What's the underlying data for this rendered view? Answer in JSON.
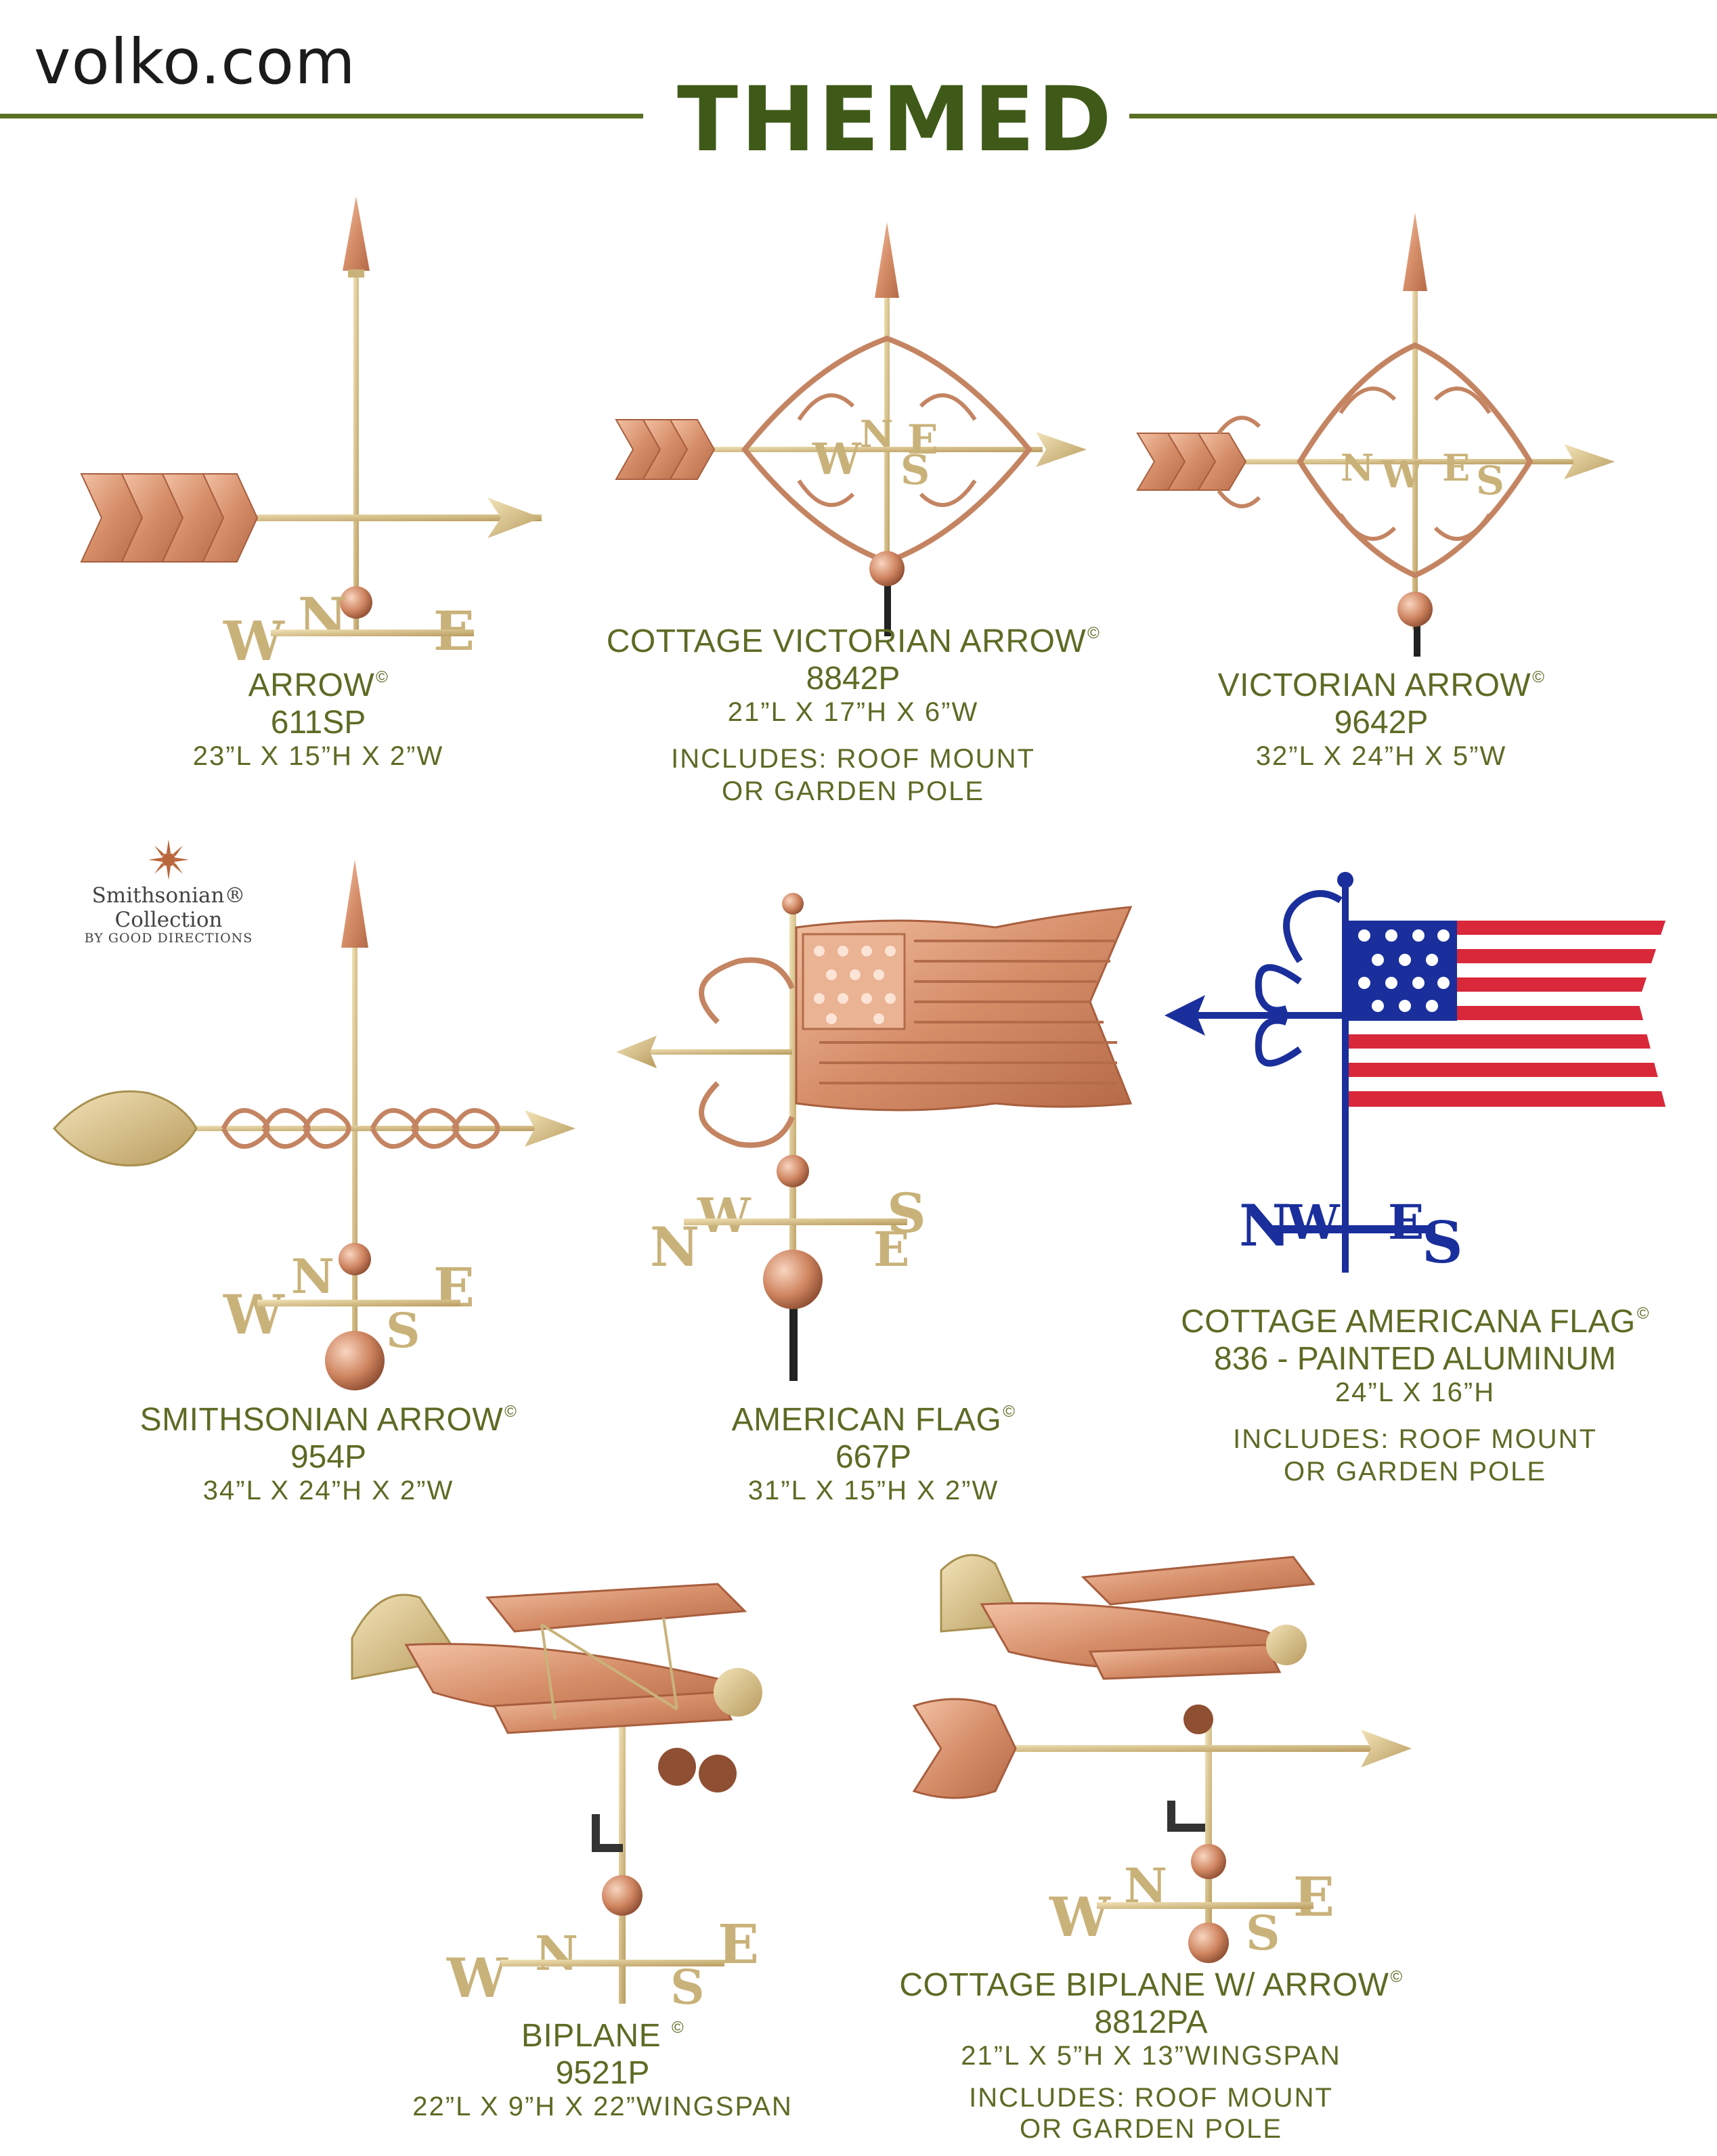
{
  "site": "volko.com",
  "title": "THEMED",
  "colors": {
    "accent": "#5b6f24",
    "title": "#3f5a18",
    "copper": "#d8936f",
    "brass": "#c9b27a",
    "navy": "#1a2f9c",
    "red": "#d8283a"
  },
  "logo": {
    "line1": "Smithsonian® Collection",
    "line2": "BY GOOD DIRECTIONS"
  },
  "products": [
    {
      "name": "ARROW",
      "mark": "©",
      "code": "611SP",
      "dims": "23”L X 15”H X 2”W",
      "includes1": "",
      "includes2": ""
    },
    {
      "name": "COTTAGE VICTORIAN ARROW",
      "mark": "©",
      "code": "8842P",
      "dims": "21”L X 17”H X 6”W",
      "includes1": "INCLUDES: ROOF MOUNT",
      "includes2": "OR GARDEN POLE"
    },
    {
      "name": "VICTORIAN ARROW",
      "mark": "©",
      "code": "9642P",
      "dims": "32”L X 24”H X 5”W",
      "includes1": "",
      "includes2": ""
    },
    {
      "name": "SMITHSONIAN ARROW",
      "mark": "©",
      "code": "954P",
      "dims": "34”L X 24”H X 2”W",
      "includes1": "",
      "includes2": ""
    },
    {
      "name": "AMERICAN FLAG",
      "mark": "©",
      "code": "667P",
      "dims": "31”L X 15”H X 2”W",
      "includes1": "",
      "includes2": ""
    },
    {
      "name": "COTTAGE AMERICANA FLAG",
      "mark": "©",
      "code": "836 - PAINTED ALUMINUM",
      "dims": "24”L X 16”H",
      "includes1": "INCLUDES: ROOF MOUNT",
      "includes2": "OR GARDEN POLE"
    },
    {
      "name": "BIPLANE ",
      "mark": "©",
      "code": "9521P",
      "dims": "22”L X 9”H X 22”WINGSPAN",
      "includes1": "",
      "includes2": ""
    },
    {
      "name": "COTTAGE BIPLANE W/ ARROW",
      "mark": "©",
      "code": "8812PA",
      "dims": "21”L X 5”H X 13”WINGSPAN",
      "includes1": "INCLUDES: ROOF MOUNT",
      "includes2": "OR GARDEN POLE"
    }
  ]
}
